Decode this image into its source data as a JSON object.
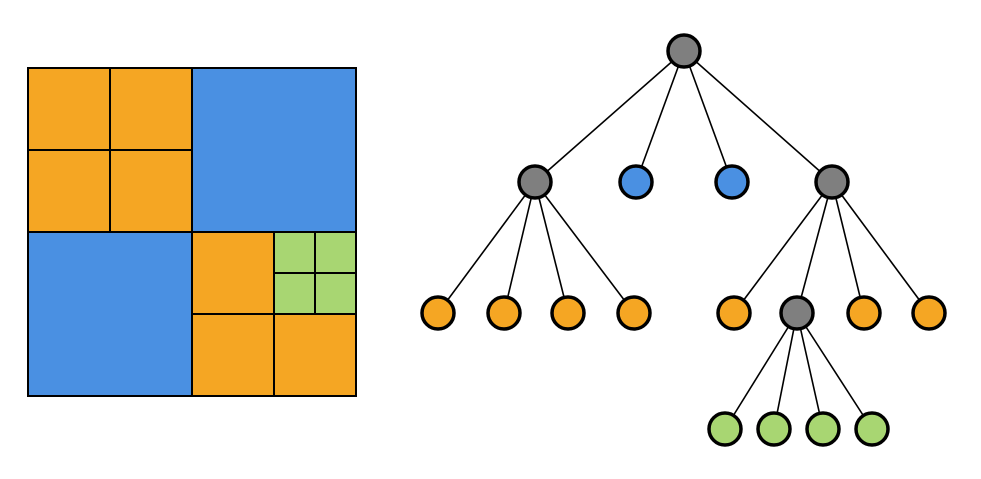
{
  "colors": {
    "orange": "#F5A623",
    "blue": "#4A90E2",
    "green": "#A8D672",
    "gray": "#7F7F7F",
    "stroke": "#000000",
    "background": "#FFFFFF"
  },
  "quadtree_grid": {
    "quadrants": [
      {
        "id": "nw",
        "subdivided": true,
        "children": [
          {
            "id": "nw-nw",
            "color": "orange"
          },
          {
            "id": "nw-ne",
            "color": "orange"
          },
          {
            "id": "nw-sw",
            "color": "orange"
          },
          {
            "id": "nw-se",
            "color": "orange"
          }
        ]
      },
      {
        "id": "ne",
        "subdivided": false,
        "color": "blue"
      },
      {
        "id": "sw",
        "subdivided": false,
        "color": "blue"
      },
      {
        "id": "se",
        "subdivided": true,
        "children": [
          {
            "id": "se-nw",
            "color": "orange"
          },
          {
            "id": "se-ne",
            "subdivided": true,
            "children": [
              {
                "id": "se-ne-nw",
                "color": "green"
              },
              {
                "id": "se-ne-ne",
                "color": "green"
              },
              {
                "id": "se-ne-sw",
                "color": "green"
              },
              {
                "id": "se-ne-se",
                "color": "green"
              }
            ]
          },
          {
            "id": "se-sw",
            "color": "orange"
          },
          {
            "id": "se-se",
            "color": "orange"
          }
        ]
      }
    ]
  },
  "tree": {
    "root": {
      "id": "root",
      "color": "gray",
      "children": [
        {
          "id": "n1",
          "color": "gray",
          "children": [
            {
              "id": "n1-a",
              "color": "orange"
            },
            {
              "id": "n1-b",
              "color": "orange"
            },
            {
              "id": "n1-c",
              "color": "orange"
            },
            {
              "id": "n1-d",
              "color": "orange"
            }
          ]
        },
        {
          "id": "n2",
          "color": "blue"
        },
        {
          "id": "n3",
          "color": "blue"
        },
        {
          "id": "n4",
          "color": "gray",
          "children": [
            {
              "id": "n4-a",
              "color": "orange"
            },
            {
              "id": "n4-b",
              "color": "gray",
              "children": [
                {
                  "id": "n4-b-a",
                  "color": "green"
                },
                {
                  "id": "n4-b-b",
                  "color": "green"
                },
                {
                  "id": "n4-b-c",
                  "color": "green"
                },
                {
                  "id": "n4-b-d",
                  "color": "green"
                }
              ]
            },
            {
              "id": "n4-c",
              "color": "orange"
            },
            {
              "id": "n4-d",
              "color": "orange"
            }
          ]
        }
      ]
    }
  }
}
